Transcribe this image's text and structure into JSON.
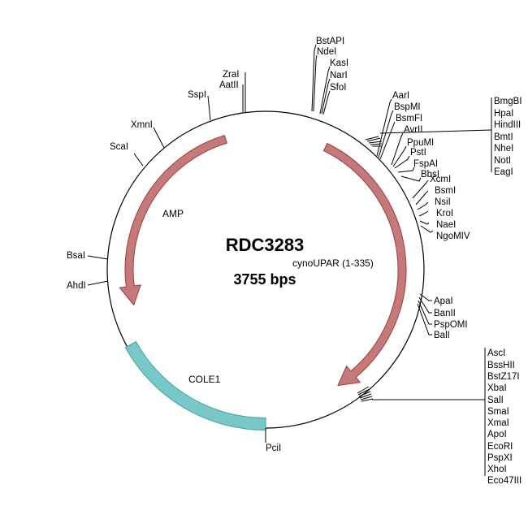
{
  "plasmid": {
    "name": "RDC3283",
    "size_label": "3755 bps"
  },
  "colors": {
    "backbone": "#000000",
    "arrow_fill": "#c47a7a",
    "arrow_stroke": "#a33a3a",
    "box_fill": "#79c7c7",
    "box_stroke": "#3fa6a6"
  },
  "features": [
    {
      "name": "AMP",
      "type": "arrow"
    },
    {
      "name": "cynoUPAR (1-335)",
      "type": "arrow"
    },
    {
      "name": "COLE1",
      "type": "box"
    }
  ],
  "sites": {
    "top": [
      "BstAPI",
      "NdeI",
      "KasI",
      "NarI",
      "SfoI"
    ],
    "zra_aat": [
      "ZraI",
      "AatII"
    ],
    "left": [
      "SspI",
      "XmnI",
      "ScaI",
      "BsaI",
      "AhdI"
    ],
    "aar": [
      "AarI",
      "BspMI",
      "BsmFI",
      "AvrII",
      "PpuMI",
      "PstI",
      "FspAI",
      "BbsI"
    ],
    "right_top": [
      "BmgBI",
      "HpaI",
      "HindIII",
      "BmtI",
      "NheI",
      "NotI",
      "EagI"
    ],
    "xcm": [
      "XcmI",
      "BsmI",
      "NsiI",
      "KroI",
      "NaeI",
      "NgoMIV"
    ],
    "apa": [
      "ApaI",
      "BanII",
      "PspOMI",
      "BalI"
    ],
    "right_bottom": [
      "AscI",
      "BssHII",
      "BstZ17I",
      "XbaI",
      "SalI",
      "SmaI",
      "XmaI",
      "ApoI",
      "EcoRI",
      "PspXI",
      "XhoI",
      "Eco47III"
    ],
    "bottom": [
      "PciI"
    ]
  }
}
